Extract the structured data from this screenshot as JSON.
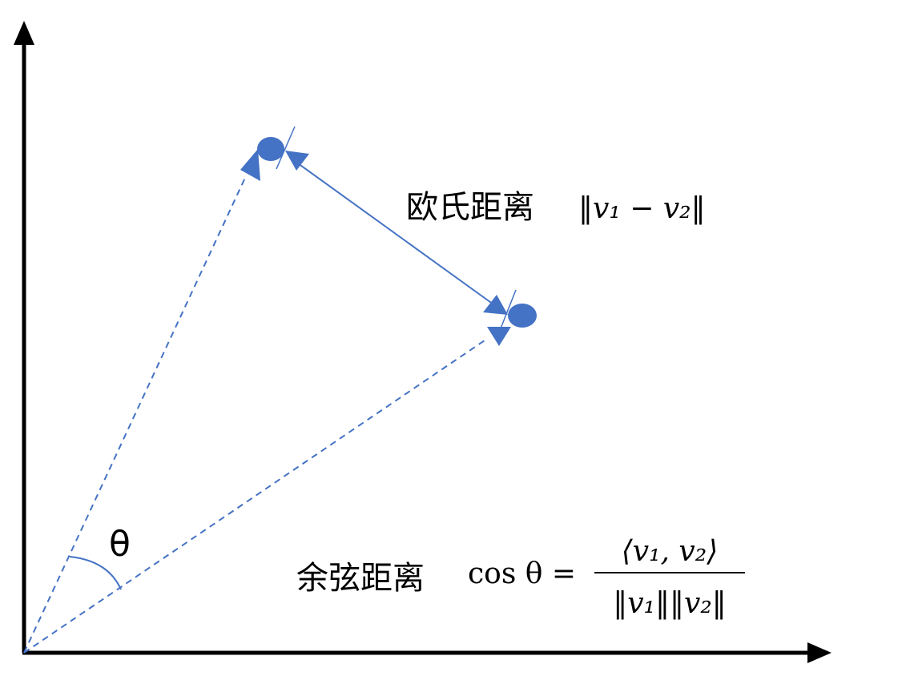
{
  "colors": {
    "vector": "#4472C4",
    "axis": "#000000"
  },
  "angle_label": "θ",
  "euclidean": {
    "label": "欧氏距离",
    "formula": "‖v₁ − v₂‖"
  },
  "cosine": {
    "label": "余弦距离",
    "lhs": "cos θ =",
    "numerator": "⟨v₁, v₂⟩",
    "denominator": "‖v₁‖‖v₂‖"
  }
}
